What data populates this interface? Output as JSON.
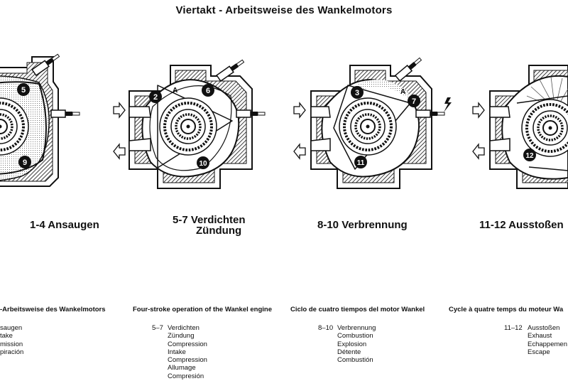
{
  "title": "Viertakt - Arbeitsweise des Wankelmotors",
  "stages": [
    {
      "label": "1-4 Ansaugen",
      "chamber_numbers": [
        "5",
        "9"
      ]
    },
    {
      "label": "5-7 Verdichten",
      "label_line2": "Zündung",
      "chamber_numbers": [
        "2",
        "6",
        "10"
      ],
      "marker": "A"
    },
    {
      "label": "8-10 Verbrennung",
      "chamber_numbers": [
        "3",
        "7",
        "11"
      ],
      "marker": "A"
    },
    {
      "label": "11-12 Ausstoßen",
      "chamber_numbers": [
        "12"
      ]
    }
  ],
  "legends": [
    {
      "heading": "-Arbeitsweise des Wankelmotors",
      "number": "",
      "items": [
        "saugen",
        "take",
        "mission",
        "piración"
      ]
    },
    {
      "heading": "Four-stroke operation of the Wankel engine",
      "number": "5–7",
      "items": [
        "Verdichten",
        "Zündung",
        "Compression",
        "Intake",
        "Compression",
        "Allumage",
        "Compresión"
      ]
    },
    {
      "heading": "Ciclo de cuatro tiempos del motor Wankel",
      "number": "8–10",
      "items": [
        "Verbrennung",
        "Combustion",
        "Explosion",
        "Détente",
        "Combustión"
      ]
    },
    {
      "heading": "Cycle à quatre temps du moteur Wa",
      "number": "11–12",
      "items": [
        "Ausstoßen",
        "Exhaust",
        "Echappemen",
        "Escape"
      ]
    }
  ]
}
